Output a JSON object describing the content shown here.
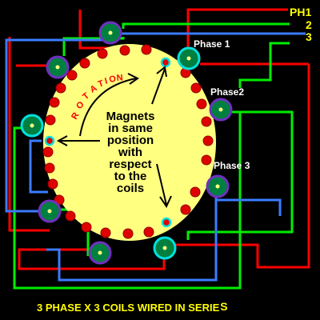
{
  "terminals": {
    "ph1": "PH1",
    "ph2": "2",
    "ph3": "3"
  },
  "phase_labels": {
    "phase1": "Phase 1",
    "phase2": "Phase2",
    "phase3": "Phase  3"
  },
  "rotation_letters": [
    "R",
    "O",
    "T",
    "A",
    "T",
    "I",
    "O",
    "N"
  ],
  "center_text": [
    "Magnets",
    "in same",
    "position",
    "with",
    "respect",
    "to the",
    "coils"
  ],
  "caption": {
    "main": "3 PHASE X  3 COILS WIRED IN SERIE",
    "tail": "S"
  },
  "colors": {
    "background": "#000000",
    "rotor": "#ffff80",
    "magnet": "#e00000",
    "wire_red": "#ff0000",
    "wire_green": "#00ee00",
    "wire_blue": "#3b7bff",
    "coil_cyan": "#00e0e0",
    "coil_purple": "#7030c0",
    "coil_core": "#008040",
    "arrow": "#000000",
    "rotation_text": "#ff0000",
    "labels": "#ffffff",
    "caption": "#ffff00"
  }
}
